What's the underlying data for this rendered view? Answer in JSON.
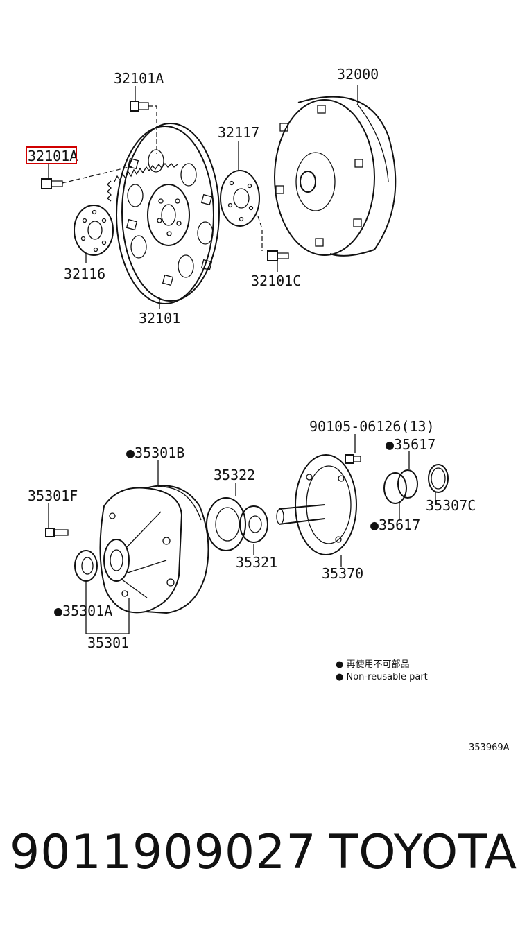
{
  "labels": {
    "l32101A_top": "32101A",
    "l32101A_left": "32101A",
    "l32000": "32000",
    "l32117": "32117",
    "l32116": "32116",
    "l32101C": "32101C",
    "l32101": "32101",
    "l90105": "90105-06126(13)",
    "l35617_top": "●35617",
    "l35301B": "●35301B",
    "l35322": "35322",
    "l35301F": "35301F",
    "l35307C": "35307C",
    "l35617_bottom": "●35617",
    "l35321": "35321",
    "l35370": "35370",
    "l35301A": "●35301A",
    "l35301": "35301"
  },
  "legend": {
    "line1": "● 再使用不可部品",
    "line2": "● Non-reusable part"
  },
  "diagram_code": "353969A",
  "footer": {
    "part_number": "9011909027",
    "brand": "TOYOTA"
  },
  "highlight_color": "#d00000"
}
